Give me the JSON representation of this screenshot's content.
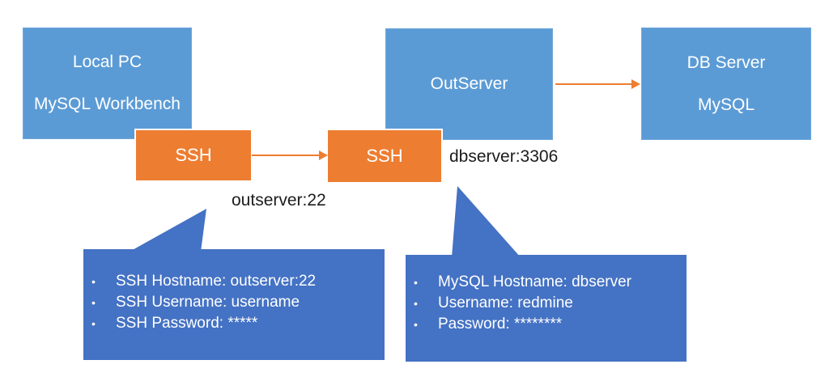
{
  "colors": {
    "node_fill": "#5b9bd5",
    "ssh_fill": "#ed7d31",
    "callout_fill": "#4472c4",
    "arrow": "#ed7d31",
    "text_on_fill": "#ffffff",
    "label_text": "#1c1c1c"
  },
  "bullet_char": "•",
  "nodes": {
    "local_pc": {
      "line1": "Local PC",
      "line2": "MySQL Workbench"
    },
    "ssh_left": {
      "label": "SSH"
    },
    "ssh_right": {
      "label": "SSH"
    },
    "out_server": {
      "label": "OutServer"
    },
    "db_server": {
      "line1": "DB Server",
      "line2": "MySQL"
    }
  },
  "labels": {
    "ssh_port": "outserver:22",
    "mysql_port": "dbserver:3306"
  },
  "callouts": {
    "ssh_tunnel": {
      "items": [
        "SSH Hostname: outserver:22",
        "SSH Username: username",
        "SSH Password: *****"
      ]
    },
    "mysql_conn": {
      "items": [
        "MySQL Hostname: dbserver",
        "Username: redmine",
        "Password: ********"
      ]
    }
  }
}
